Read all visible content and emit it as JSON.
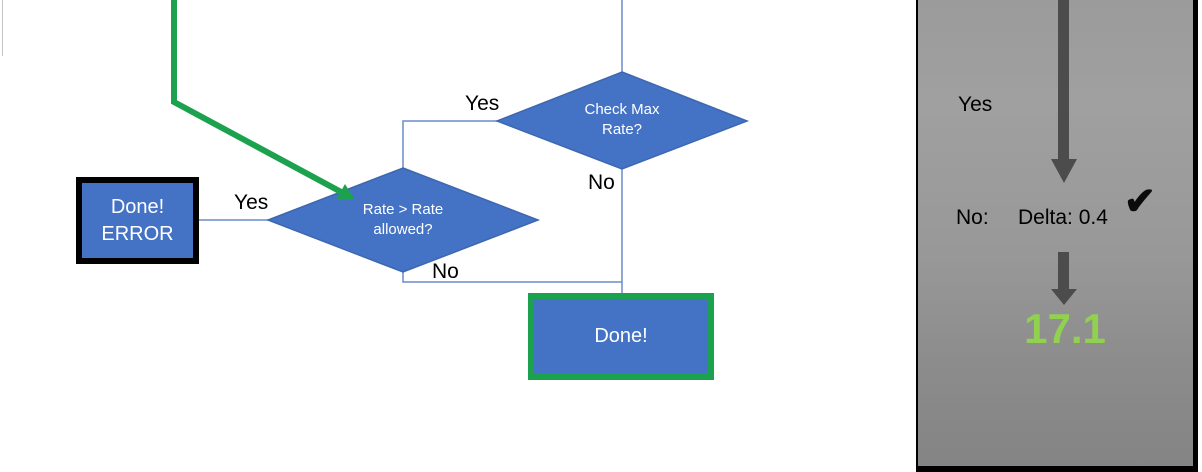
{
  "colors": {
    "shape_blue": "#4472C4",
    "shape_blue_outline": "#3E67B1",
    "connector_blue": "#6B8BC9",
    "green": "#1CA24E",
    "bright_green": "#92D050",
    "arrow_gray": "#4C4C4C",
    "panel_gray_top": "#9b9b9b",
    "panel_gray_bottom": "#848484"
  },
  "flowchart": {
    "check_max_rate": {
      "line1": "Check Max",
      "line2": "Rate?"
    },
    "rate_allowed": {
      "line1": "Rate > Rate",
      "line2": "allowed?"
    },
    "done_error": {
      "line1": "Done!",
      "line2": "ERROR"
    },
    "done": {
      "label": "Done!"
    },
    "labels": {
      "check_yes": "Yes",
      "check_no": "No",
      "rate_yes": "Yes",
      "rate_no": "No"
    }
  },
  "panel": {
    "yes_label": "Yes",
    "no_label": "No:",
    "delta_label": "Delta: 0.4",
    "checkmark": "✔",
    "result_value": "17.1"
  }
}
